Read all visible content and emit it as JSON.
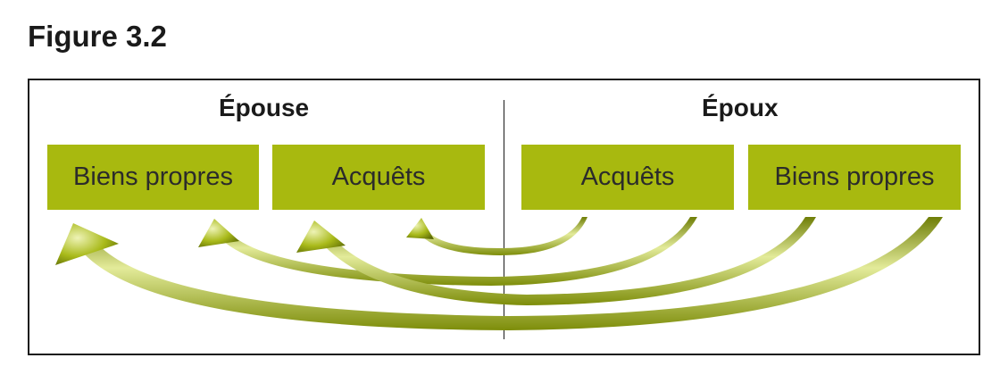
{
  "figure": {
    "title": "Figure 3.2"
  },
  "sides": {
    "left_label": "Épouse",
    "right_label": "Époux"
  },
  "boxes": [
    {
      "label": "Biens propres"
    },
    {
      "label": "Acquêts"
    },
    {
      "label": "Acquêts"
    },
    {
      "label": "Biens propres"
    }
  ],
  "colors": {
    "box_fill": "#a8b90f",
    "arrow_fill": "#9fb015",
    "arrow_light": "#e6ee9a",
    "arrow_dark": "#5c6a05",
    "text": "#2b2b2b",
    "border": "#1a1a1a"
  }
}
